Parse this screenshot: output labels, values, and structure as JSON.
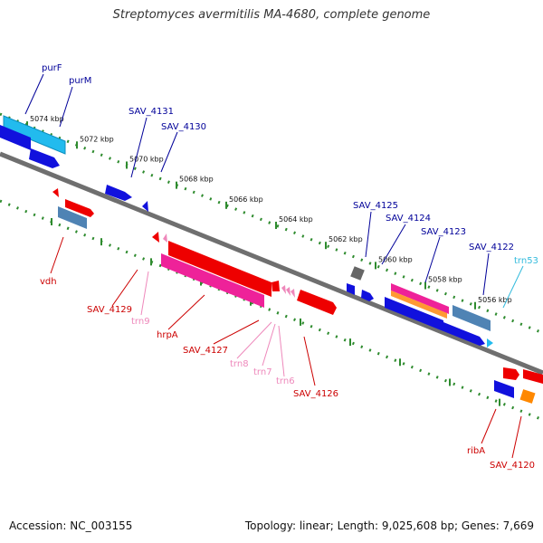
{
  "title": "Streptomyces avermitilis MA-4680, complete genome",
  "footer": {
    "accession": "Accession: NC_003155",
    "summary": "Topology: linear; Length: 9,025,608 bp; Genes: 7,669"
  },
  "colors": {
    "backbone": "#6f6f6f",
    "ticks": "#2e8b2e",
    "blue": "#1111dd",
    "red": "#ee0000",
    "pink": "#ee2299",
    "cyan": "#22bbee",
    "steel": "#4f83b4",
    "orange": "#ff8800",
    "gray": "#666666",
    "label_blue": "#000099",
    "label_red": "#cc0000",
    "label_pink": "#ee88bb",
    "label_cyan": "#33bbdd"
  },
  "tick_labels": [
    "5074 kbp",
    "5072 kbp",
    "5070 kbp",
    "5068 kbp",
    "5066 kbp",
    "5064 kbp",
    "5062 kbp",
    "5060 kbp",
    "5058 kbp",
    "5056 kbp"
  ],
  "labels_top": [
    {
      "text": "purF",
      "color": "blue"
    },
    {
      "text": "purM",
      "color": "blue"
    },
    {
      "text": "SAV_4131",
      "color": "blue"
    },
    {
      "text": "SAV_4130",
      "color": "blue"
    },
    {
      "text": "SAV_4125",
      "color": "blue"
    },
    {
      "text": "SAV_4124",
      "color": "blue"
    },
    {
      "text": "SAV_4123",
      "color": "blue"
    },
    {
      "text": "SAV_4122",
      "color": "blue"
    },
    {
      "text": "trn53",
      "color": "cyan"
    }
  ],
  "labels_bottom": [
    {
      "text": "vdh",
      "color": "red"
    },
    {
      "text": "SAV_4129",
      "color": "red"
    },
    {
      "text": "trn9",
      "color": "pink"
    },
    {
      "text": "hrpA",
      "color": "red"
    },
    {
      "text": "SAV_4127",
      "color": "red"
    },
    {
      "text": "trn8",
      "color": "pink"
    },
    {
      "text": "trn7",
      "color": "pink"
    },
    {
      "text": "trn6",
      "color": "pink"
    },
    {
      "text": "SAV_4126",
      "color": "red"
    },
    {
      "text": "ribA",
      "color": "red"
    },
    {
      "text": "SAV_4120",
      "color": "red"
    }
  ]
}
